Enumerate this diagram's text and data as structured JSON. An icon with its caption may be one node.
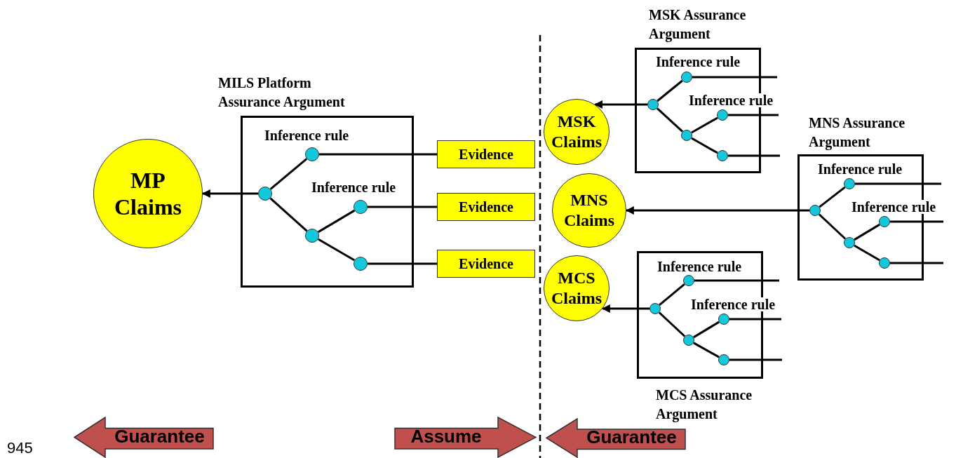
{
  "diagram": {
    "nodes": [
      {
        "text": [
          "MILS Platform Assurance Argument"
        ]
      },
      {
        "text": [],
        "shape": "circle",
        "in": 0
      },
      {
        "text": [],
        "shape": "circle",
        "in": 0,
        "beside": [
          "Inference rule"
        ]
      },
      {
        "text": [],
        "shape": "circle",
        "in": 0
      },
      {
        "text": [],
        "shape": "circle",
        "in": 0,
        "beside": [
          "Inference rule"
        ]
      },
      {
        "text": [],
        "shape": "circle",
        "in": 0
      },
      {
        "text": [
          "MP Claims"
        ]
      },
      {
        "text": [
          "Evidence"
        ]
      },
      {
        "text": [
          "Evidence"
        ]
      },
      {
        "text": [
          "Evidence"
        ]
      },
      {
        "text": [
          "MSK Assurance Argument"
        ]
      },
      {
        "text": [],
        "shape": "circle",
        "in": 10
      },
      {
        "text": [],
        "shape": "circle",
        "in": 10,
        "beside": [
          "Inference rule"
        ]
      },
      {
        "text": [],
        "shape": "circle",
        "in": 10
      },
      {
        "text": [],
        "shape": "circle",
        "in": 10,
        "beside": [
          "Inference rule"
        ]
      },
      {
        "text": [],
        "shape": "circle",
        "in": 10
      },
      {
        "text": [
          "MSK Claims"
        ]
      },
      {
        "text": [
          "MNS Assurance Argument"
        ]
      },
      {
        "text": [],
        "shape": "circle",
        "in": 17
      },
      {
        "text": [],
        "shape": "circle",
        "in": 17,
        "beside": [
          "Inference rule"
        ]
      },
      {
        "text": [],
        "shape": "circle",
        "in": 17
      },
      {
        "text": [],
        "shape": "circle",
        "in": 17,
        "beside": [
          "Inference rule"
        ]
      },
      {
        "text": [],
        "shape": "circle",
        "in": 17
      },
      {
        "text": [
          "MNS Claims"
        ]
      },
      {
        "text": [
          "MCS Claims"
        ]
      },
      {
        "text": [
          "MCS Assurance Argument"
        ]
      },
      {
        "text": [],
        "shape": "circle",
        "in": 25
      },
      {
        "text": [],
        "shape": "circle",
        "in": 25,
        "beside": [
          "Inference rule"
        ]
      },
      {
        "text": [],
        "shape": "circle",
        "in": 25
      },
      {
        "text": [],
        "shape": "circle",
        "in": 25,
        "beside": [
          "Inference rule"
        ]
      },
      {
        "text": [],
        "shape": "circle",
        "in": 25
      },
      {
        "text": [
          "Guarantee"
        ]
      },
      {
        "text": [
          "Assume"
        ]
      },
      {
        "text": [
          "Guarantee"
        ]
      }
    ],
    "edges": [
      {
        "from": 1,
        "to": 2,
        "arrow": "none"
      },
      {
        "from": 1,
        "to": 3,
        "arrow": "none"
      },
      {
        "from": 3,
        "to": 4,
        "arrow": "none"
      },
      {
        "from": 3,
        "to": 5,
        "arrow": "none"
      },
      {
        "from": 1,
        "to": 6,
        "arrow": "to"
      },
      {
        "from": 2,
        "to": 7,
        "arrow": "none"
      },
      {
        "from": 4,
        "to": 8,
        "arrow": "none"
      },
      {
        "from": 5,
        "to": 9,
        "arrow": "none"
      },
      {
        "from": 11,
        "to": 12,
        "arrow": "none"
      },
      {
        "from": 11,
        "to": 13,
        "arrow": "none"
      },
      {
        "from": 13,
        "to": 14,
        "arrow": "none"
      },
      {
        "from": 13,
        "to": 15,
        "arrow": "none"
      },
      {
        "from": 11,
        "to": 16,
        "arrow": "to"
      },
      {
        "from": 12,
        "to": null,
        "arrow": "none"
      },
      {
        "from": 14,
        "to": null,
        "arrow": "none"
      },
      {
        "from": 15,
        "to": null,
        "arrow": "none"
      },
      {
        "from": 18,
        "to": 19,
        "arrow": "none"
      },
      {
        "from": 18,
        "to": 20,
        "arrow": "none"
      },
      {
        "from": 20,
        "to": 21,
        "arrow": "none"
      },
      {
        "from": 20,
        "to": 22,
        "arrow": "none"
      },
      {
        "from": 18,
        "to": 23,
        "arrow": "to"
      },
      {
        "from": 19,
        "to": null,
        "arrow": "none"
      },
      {
        "from": 21,
        "to": null,
        "arrow": "none"
      },
      {
        "from": 22,
        "to": null,
        "arrow": "none"
      },
      {
        "from": 26,
        "to": 27,
        "arrow": "none"
      },
      {
        "from": 26,
        "to": 28,
        "arrow": "none"
      },
      {
        "from": 28,
        "to": 29,
        "arrow": "none"
      },
      {
        "from": 28,
        "to": 30,
        "arrow": "none"
      },
      {
        "from": 26,
        "to": 24,
        "arrow": "to"
      },
      {
        "from": 27,
        "to": null,
        "arrow": "none"
      },
      {
        "from": 29,
        "to": null,
        "arrow": "none"
      },
      {
        "from": 30,
        "to": null,
        "arrow": "none"
      }
    ],
    "labels": [
      "945"
    ]
  }
}
